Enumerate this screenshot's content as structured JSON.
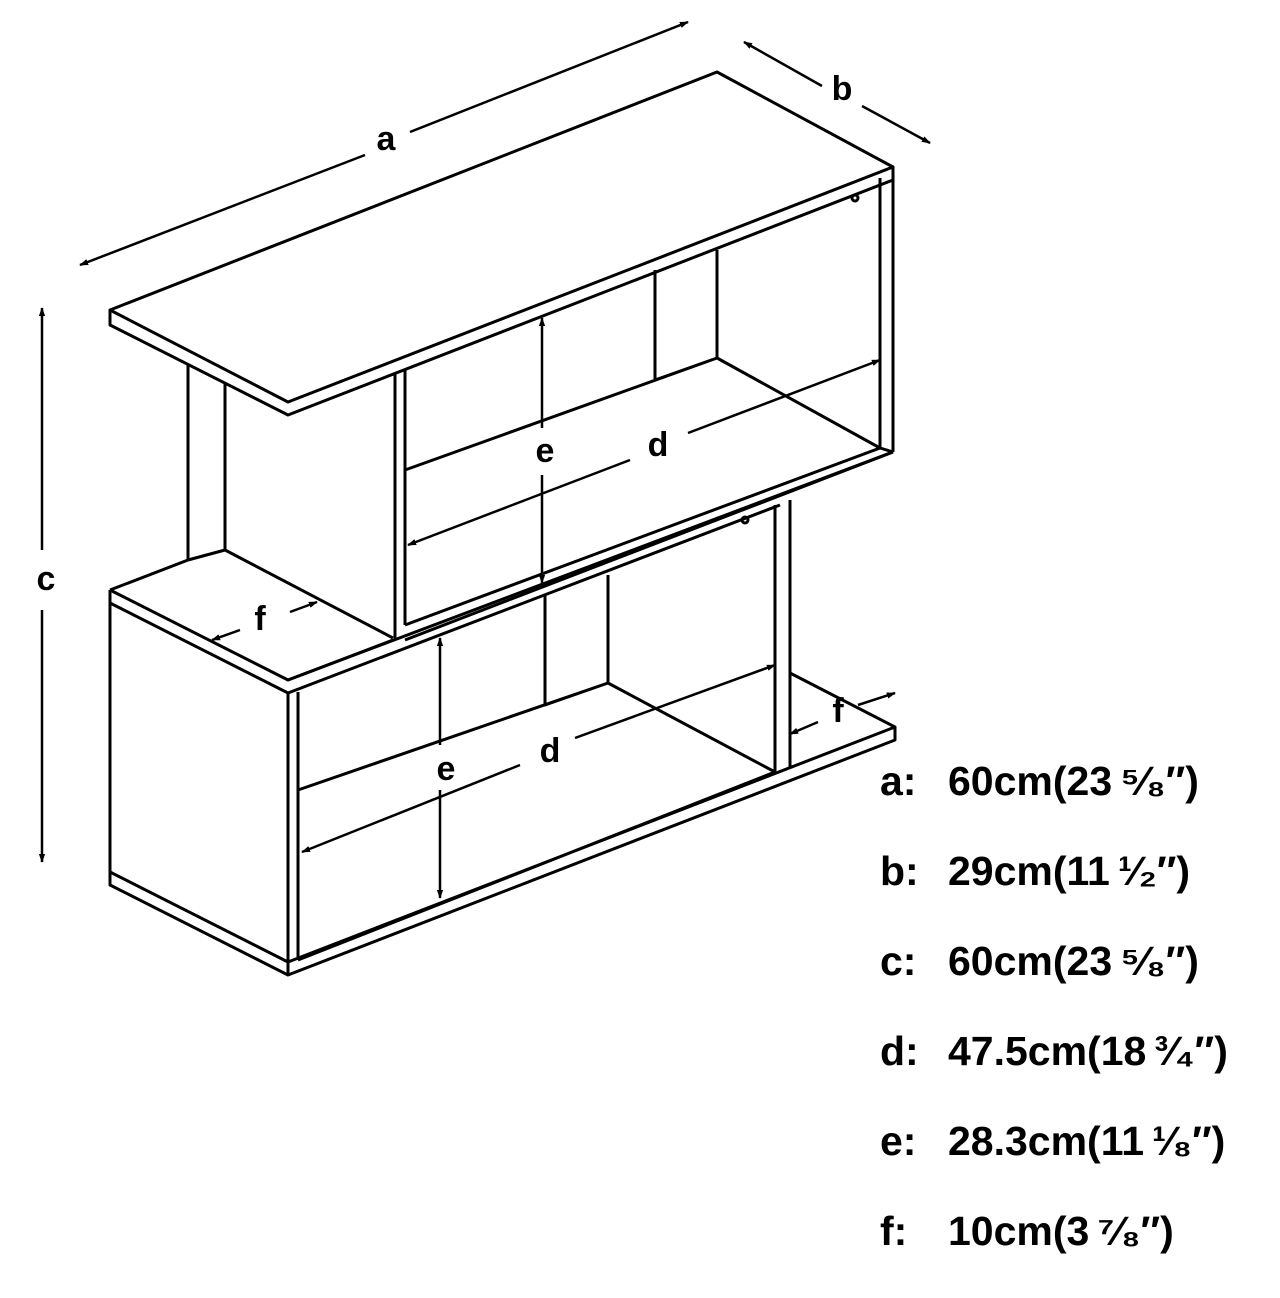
{
  "labels": {
    "a": "a",
    "b": "b",
    "c": "c",
    "d_upper": "d",
    "d_lower": "d",
    "e_upper": "e",
    "e_lower": "e",
    "f_left": "f",
    "f_right": "f"
  },
  "legend": [
    {
      "key": "a:",
      "value": "60cm(23 ⁵⁄₈″)"
    },
    {
      "key": "b:",
      "value": "29cm(11 ¹⁄₂″)"
    },
    {
      "key": "c:",
      "value": "60cm(23 ⁵⁄₈″)"
    },
    {
      "key": "d:",
      "value": "47.5cm(18 ³⁄₄″)"
    },
    {
      "key": "e:",
      "value": "28.3cm(11 ¹⁄₈″)"
    },
    {
      "key": "f:",
      "value": "10cm(3 ⁷⁄₈″)"
    }
  ]
}
